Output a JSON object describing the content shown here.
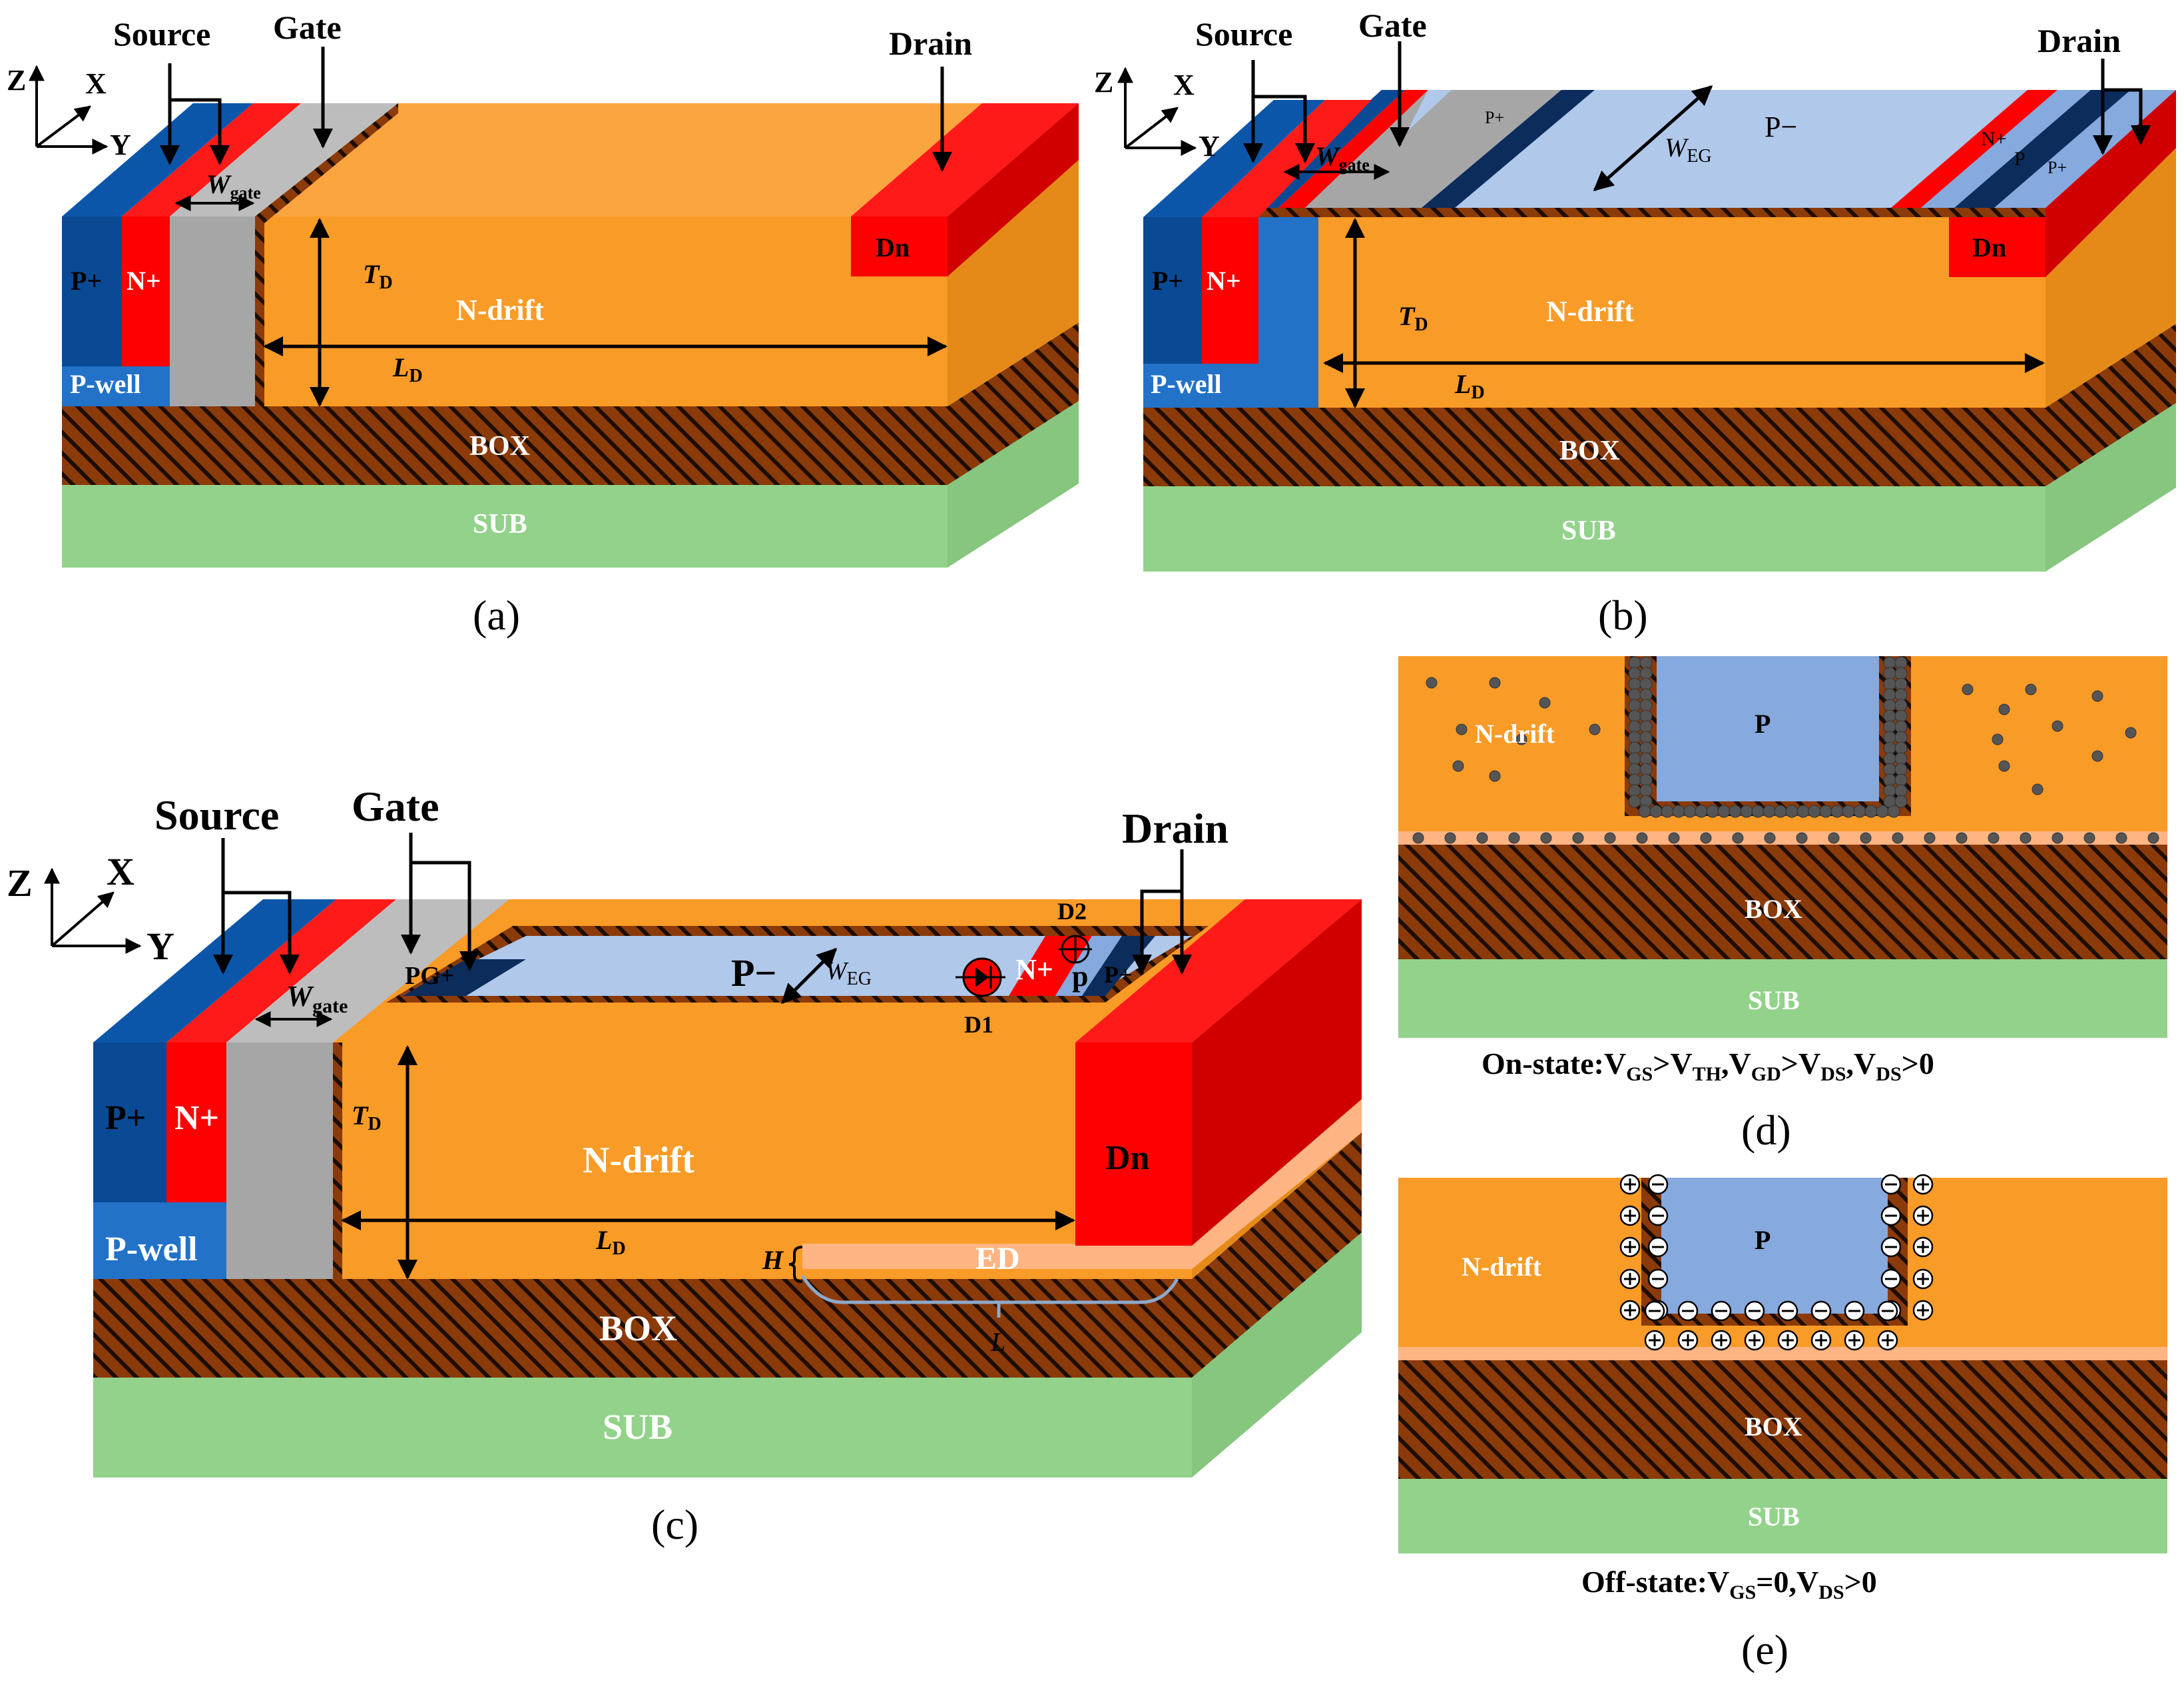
{
  "colors": {
    "drift": "#F99B27",
    "drift_top": "#FBA540",
    "drift_side": "#E58A18",
    "p_plus": "#0A4A94",
    "n_plus": "#FF0000",
    "gate": "#A6A6A6",
    "pwell": "#2272C8",
    "box": "#8B3A0A",
    "sub": "#92D28A",
    "p_minus": "#B0C8EA",
    "p_region": "#86A9DE",
    "dark_p": "#0C2C5C",
    "ed": "#FFB583",
    "carrier": "#555555"
  },
  "axes": {
    "z": "Z",
    "x": "X",
    "y": "Y"
  },
  "panel_a": {
    "source": "Source",
    "gate": "Gate",
    "drain": "Drain",
    "p_plus": "P+",
    "n_plus": "N+",
    "p_well": "P-well",
    "dn": "Dn",
    "n_drift": "N-drift",
    "box": "BOX",
    "sub": "SUB",
    "w_gate_main": "W",
    "w_gate_sub": "gate",
    "td_main": "T",
    "td_sub": "D",
    "ld_main": "L",
    "ld_sub": "D",
    "caption": "(a)"
  },
  "panel_b": {
    "source": "Source",
    "gate": "Gate",
    "drain": "Drain",
    "p_plus": "P+",
    "n_plus": "N+",
    "p_well": "P-well",
    "dn": "Dn",
    "n_drift": "N-drift",
    "box": "BOX",
    "sub": "SUB",
    "top_p_plus": "P+",
    "p_minus": "P−",
    "top_n_plus": "N+",
    "top_p": "P",
    "top_p_plus2": "P+",
    "w_gate_main": "W",
    "w_gate_sub": "gate",
    "weg_main": "W",
    "weg_sub": "EG",
    "td_main": "T",
    "td_sub": "D",
    "ld_main": "L",
    "ld_sub": "D",
    "caption": "(b)"
  },
  "panel_c": {
    "source": "Source",
    "gate": "Gate",
    "drain": "Drain",
    "p_plus": "P+",
    "n_plus": "N+",
    "p_well": "P-well",
    "dn": "Dn",
    "n_drift": "N-drift",
    "box": "BOX",
    "sub": "SUB",
    "pg_plus": "PG+",
    "p_minus": "P−",
    "top_n_plus": "N+",
    "top_p": "p",
    "top_p_plus": "P+",
    "d1": "D1",
    "d2": "D2",
    "ed": "ED",
    "h": "H",
    "l": "L",
    "w_gate_main": "W",
    "w_gate_sub": "gate",
    "weg_main": "W",
    "weg_sub": "EG",
    "td_main": "T",
    "td_sub": "D",
    "ld_main": "L",
    "ld_sub": "D",
    "caption": "(c)"
  },
  "panel_d": {
    "n_drift": "N-drift",
    "p": "P",
    "box": "BOX",
    "sub": "SUB",
    "state_prefix": "On-state:V",
    "s1": "GS",
    "t1": ">V",
    "s2": "TH",
    "t2": ",V",
    "s3": "GD",
    "t3": ">V",
    "s4": "DS",
    "t4": ",V",
    "s5": "DS",
    "t5": ">0",
    "caption": "(d)"
  },
  "panel_e": {
    "n_drift": "N-drift",
    "p": "P",
    "box": "BOX",
    "sub": "SUB",
    "state_prefix": "Off-state:V",
    "s1": "GS",
    "t1": "=0,V",
    "s2": "DS",
    "t2": ">0",
    "caption": "(e)"
  }
}
